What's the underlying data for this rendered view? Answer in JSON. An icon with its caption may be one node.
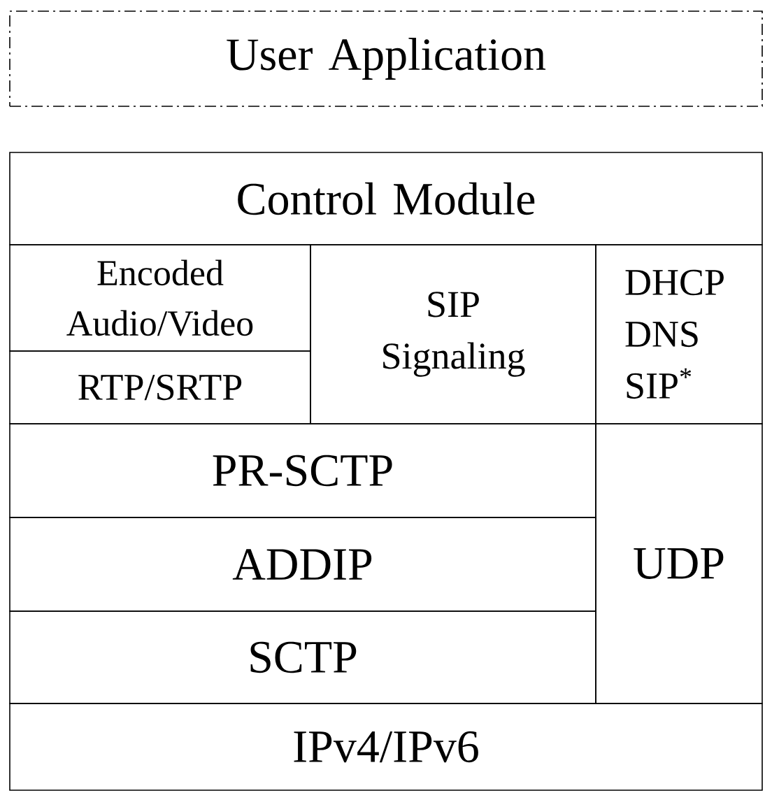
{
  "diagram": {
    "nodes": [
      {
        "text": [
          "User Application"
        ]
      },
      {
        "text": [
          "Control Module"
        ]
      },
      {
        "text": [
          "Encoded Audio/Video"
        ]
      },
      {
        "text": [
          "RTP/SRTP"
        ]
      },
      {
        "text": [
          "SIP Signaling"
        ]
      },
      {
        "text": [
          "DHCP DNS SIP$^{*}$"
        ]
      },
      {
        "text": [
          "PR-SCTP"
        ]
      },
      {
        "text": [
          "ADDIP"
        ]
      },
      {
        "text": [
          "SCTP"
        ]
      },
      {
        "text": [
          "UDP"
        ]
      },
      {
        "text": [
          "IPv4/IPv6"
        ]
      }
    ]
  }
}
